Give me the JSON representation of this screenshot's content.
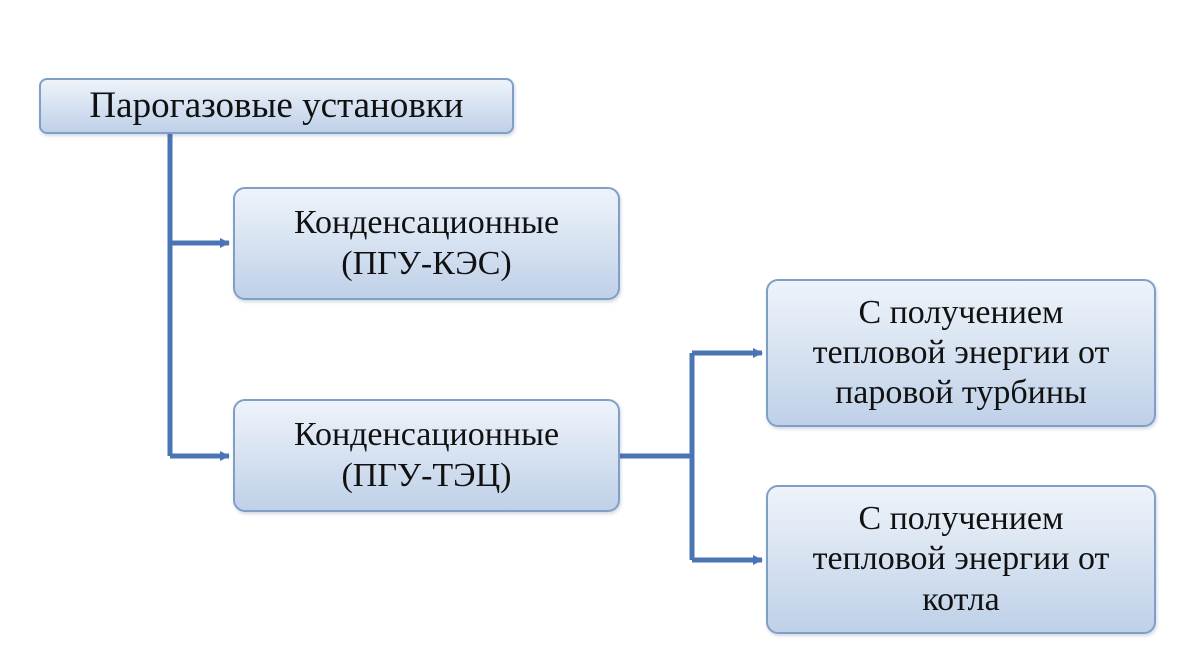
{
  "nodes": {
    "root": {
      "lines": [
        "Парогазовые установки"
      ]
    },
    "kes": {
      "lines": [
        "Конденсационные",
        "(ПГУ-КЭС)"
      ]
    },
    "tec": {
      "lines": [
        "Конденсационные",
        "(ПГУ-ТЭЦ)"
      ]
    },
    "steam_turbine": {
      "lines": [
        "С получением",
        "тепловой энергии от",
        "паровой турбины"
      ]
    },
    "boiler": {
      "lines": [
        "С получением",
        "тепловой энергии от",
        "котла"
      ]
    }
  },
  "edges": [
    {
      "from": "root",
      "to": "kes"
    },
    {
      "from": "root",
      "to": "tec"
    },
    {
      "from": "tec",
      "to": "steam_turbine"
    },
    {
      "from": "tec",
      "to": "boiler"
    }
  ],
  "colors": {
    "connector": "#4a74b3",
    "node_border": "#7f9fc8",
    "node_fill_top": "#eef3fa",
    "node_fill_bottom": "#bfd0e8",
    "text": "#111111"
  }
}
